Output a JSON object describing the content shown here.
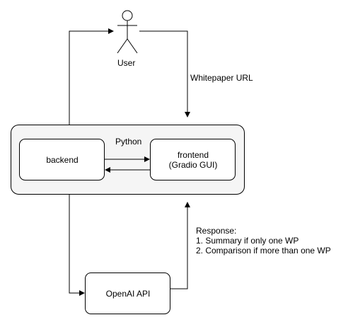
{
  "nodes": {
    "user": {
      "label": "User"
    },
    "python": {
      "label": "Python"
    },
    "backend": {
      "label": "backend"
    },
    "frontend": {
      "label_line1": "frontend",
      "label_line2": "(Gradio GUI)"
    },
    "openai": {
      "label": "OpenAI API"
    }
  },
  "edges": {
    "user_to_frontend": {
      "label": "Whitepaper URL"
    },
    "openai_to_frontend": {
      "label_line1": "Response:",
      "label_line2": "1. Summary if only one WP",
      "label_line3": "2. Comparison if more than one WP"
    }
  },
  "colors": {
    "stroke": "#000000",
    "container_fill": "#f5f5f5",
    "node_fill": "#ffffff",
    "text": "#000000"
  }
}
